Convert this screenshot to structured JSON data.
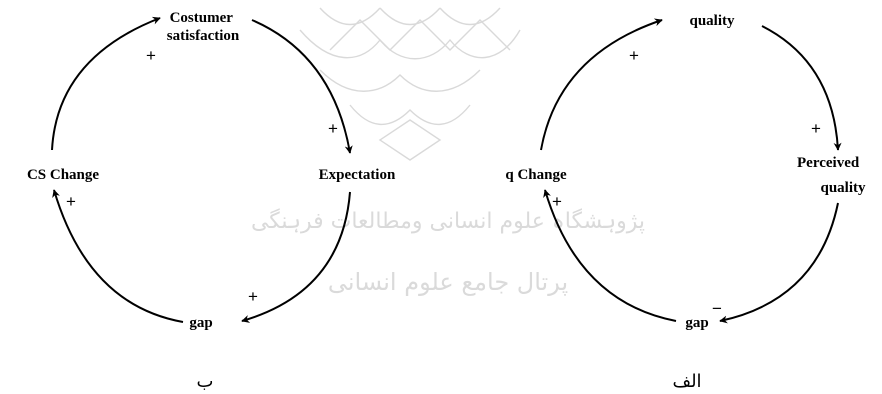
{
  "diagram_left": {
    "caption": "ب",
    "nodes": {
      "top": "Costumer satisfaction",
      "top_line1": "Costumer",
      "top_line2": "satisfaction",
      "right": "Expectation",
      "bottom": "gap",
      "left": "CS Change"
    },
    "links": [
      {
        "from": "Costumer satisfaction",
        "to": "Expectation",
        "polarity": "+"
      },
      {
        "from": "Expectation",
        "to": "gap",
        "polarity": "+"
      },
      {
        "from": "gap",
        "to": "CS Change",
        "polarity": "+"
      },
      {
        "from": "CS Change",
        "to": "Costumer satisfaction",
        "polarity": "+"
      }
    ]
  },
  "diagram_right": {
    "caption": "الف",
    "nodes": {
      "top": "quality",
      "right": "Perceived quality",
      "right_line1": "Perceived",
      "right_line2": "quality",
      "bottom": "gap",
      "left": "q Change"
    },
    "links": [
      {
        "from": "quality",
        "to": "Perceived quality",
        "polarity": "+"
      },
      {
        "from": "Perceived quality",
        "to": "gap",
        "polarity": "−"
      },
      {
        "from": "gap",
        "to": "q Change",
        "polarity": "+"
      },
      {
        "from": "q Change",
        "to": "quality",
        "polarity": "+"
      }
    ]
  },
  "watermark": {
    "line1": "پژوہشگاہ علوم انسانی ومطالعات فرہنگی",
    "line2": "پرتال جامع علوم انسانی"
  }
}
